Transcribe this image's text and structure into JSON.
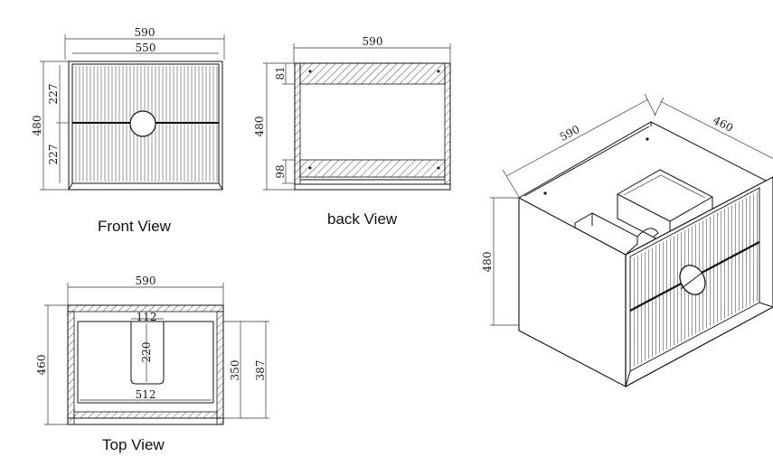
{
  "captions": {
    "front": "Front View",
    "back": "back View",
    "top": "Top  View"
  },
  "front_view": {
    "overall_width": "590",
    "inner_width": "550",
    "height": "480",
    "upper_drawer": "227",
    "lower_drawer": "227"
  },
  "back_view": {
    "overall_width": "590",
    "height": "480",
    "top_rail": "81",
    "bottom_rail": "98"
  },
  "top_view": {
    "overall_width": "590",
    "depth": "460",
    "notch_width": "112",
    "notch_depth": "220",
    "inner_width": "512",
    "inner_depth": "350",
    "side_depth": "387"
  },
  "iso_view": {
    "width": "590",
    "depth": "460",
    "height": "480"
  }
}
